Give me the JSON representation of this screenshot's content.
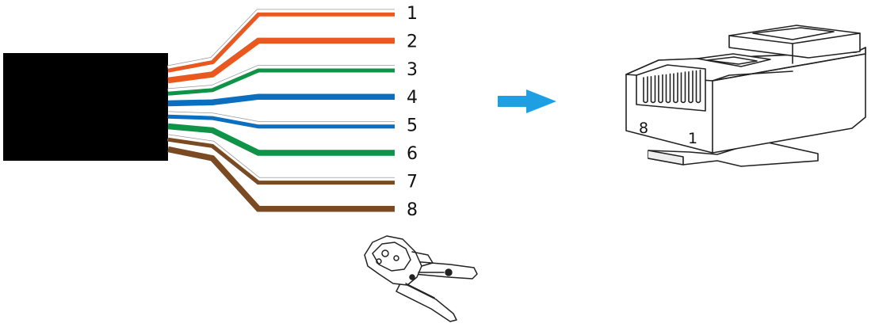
{
  "colors": {
    "cable": "#000000",
    "orange": "#e8581f",
    "green": "#0f9447",
    "blue": "#0a6fc0",
    "brown": "#7a4a22",
    "arrow": "#1e9fe2",
    "outline": "#222222"
  },
  "wires": [
    {
      "number": "1",
      "color": "orange",
      "striped": true
    },
    {
      "number": "2",
      "color": "orange",
      "striped": false
    },
    {
      "number": "3",
      "color": "green",
      "striped": true
    },
    {
      "number": "4",
      "color": "blue",
      "striped": false
    },
    {
      "number": "5",
      "color": "blue",
      "striped": true
    },
    {
      "number": "6",
      "color": "green",
      "striped": false
    },
    {
      "number": "7",
      "color": "brown",
      "striped": true
    },
    {
      "number": "8",
      "color": "brown",
      "striped": false
    }
  ],
  "connector": {
    "pin_label_left": "8",
    "pin_label_right": "1"
  },
  "icons": [
    "arrow-right-icon",
    "crimping-tool-icon",
    "rj45-connector-icon"
  ]
}
